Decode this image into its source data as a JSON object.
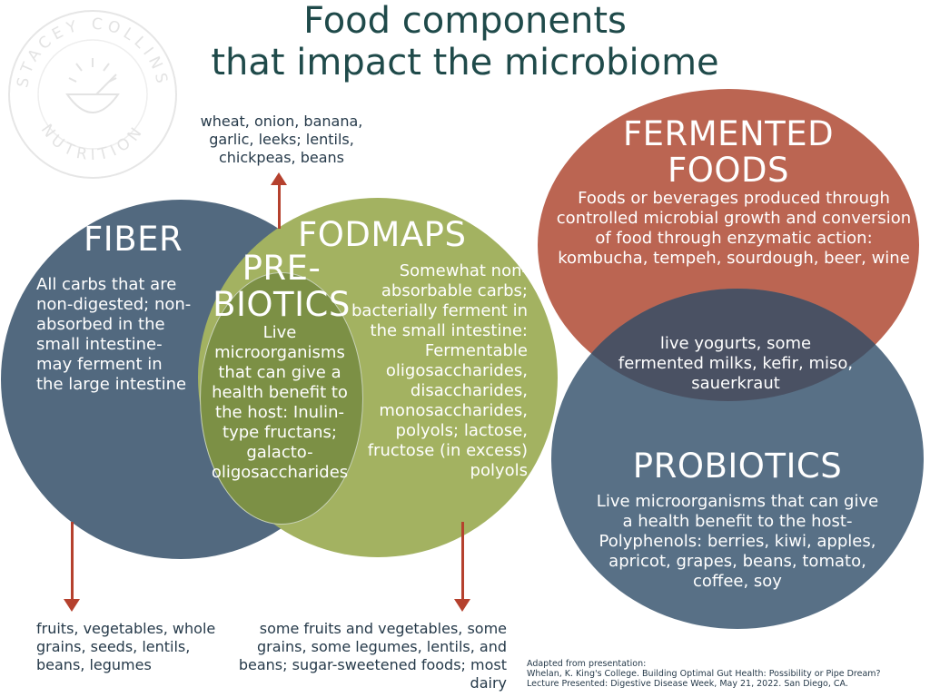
{
  "title": {
    "line1": "Food components",
    "line2": "that impact the microbiome"
  },
  "logo": {
    "text": "STACEY COLLINS NUTRITION",
    "top_arc": "STACEY COLLINS",
    "bottom_arc": "NUTRITION",
    "icon": "mortar-and-pestle-icon"
  },
  "fiber": {
    "heading": "FIBER",
    "description": "All carbs that are non-digested; non-absorbed in the small intestine- may ferment in the large intestine",
    "foods": "fruits, vegetables, whole grains, seeds, lentils, beans, legumes",
    "color": "#52697f"
  },
  "prebiotics": {
    "heading_line1": "PRE-",
    "heading_line2": "BIOTICS",
    "description": "Live microorganisms that can give a health benefit to the host: Inulin-type fructans; galacto-oligosaccharides",
    "foods": "wheat, onion, banana, garlic, leeks; lentils, chickpeas, beans",
    "color": "#7c9045"
  },
  "fodmaps": {
    "heading": "FODMAPS",
    "description": "Somewhat non-absorbable carbs; bacterially ferment in the small intestine: Fermentable oligosaccharides, disaccharides, monosaccharides, polyols; lactose, fructose (in excess) polyols",
    "foods": "some fruits and vegetables, some grains, some legumes, lentils, and beans; sugar-sweetened foods; most dairy",
    "color": "#a3b261"
  },
  "fermented_foods": {
    "heading_line1": "FERMENTED",
    "heading_line2": "FOODS",
    "description": "Foods or beverages produced through controlled microbial growth and conversion of food through enzymatic action: kombucha, tempeh, sourdough, beer, wine",
    "color": "#bb6552"
  },
  "overlap": {
    "text": "live yogurts, some fermented milks, kefir, miso, sauerkraut",
    "color": "#4a5163"
  },
  "probiotics": {
    "heading": "PROBIOTICS",
    "description": "Live microorganisms that can give a health benefit to the host- Polyphenols: berries, kiwi, apples, apricot, grapes, beans, tomato, coffee, soy",
    "color": "#587086"
  },
  "arrow_color": "#b5412e",
  "source": {
    "line1": "Adapted from presentation:",
    "line2": "Whelan, K. King's College. Building Optimal Gut Health: Possibility or Pipe Dream?",
    "line3": "Lecture Presented: Digestive Disease Week, May 21, 2022. San Diego, CA."
  }
}
